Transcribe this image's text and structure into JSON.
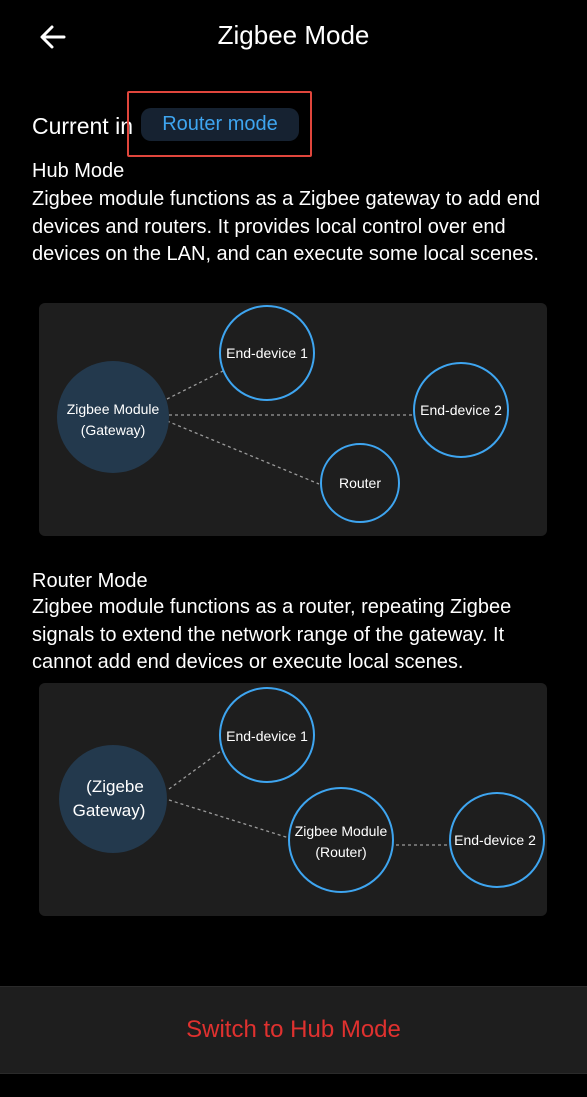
{
  "header": {
    "title": "Zigbee Mode",
    "back_icon": "arrow-left-icon"
  },
  "status": {
    "prefix": "Current in",
    "mode": "Router mode"
  },
  "hub_section": {
    "title": "Hub Mode",
    "description": "Zigbee module functions as a Zigbee gateway to add end devices and routers. It provides local control over end devices on the LAN, and can execute some local scenes.",
    "diagram": {
      "gateway_line1": "Zigbee Module",
      "gateway_line2": "(Gateway)",
      "end_device_1": "End-device 1",
      "end_device_2": "End-device 2",
      "router": "Router"
    }
  },
  "router_section": {
    "title": "Router Mode",
    "description": "Zigbee module functions as a router, repeating Zigbee signals to extend the network range of the gateway. It cannot add end devices or execute local scenes.",
    "diagram": {
      "gateway_line1": "(Zigebe",
      "gateway_line2": "Gateway)",
      "end_device_1": "End-device 1",
      "module_line1": "Zigbee Module",
      "module_line2": "(Router)",
      "end_device_2": "End-device 2"
    }
  },
  "footer": {
    "action_label": "Switch to Hub Mode"
  },
  "colors": {
    "background": "#000000",
    "panel": "#1e1e1e",
    "accent_blue": "#3ea5f0",
    "node_fill": "#23394d",
    "danger_red": "#e0312f",
    "highlight_border": "#e0463c"
  }
}
